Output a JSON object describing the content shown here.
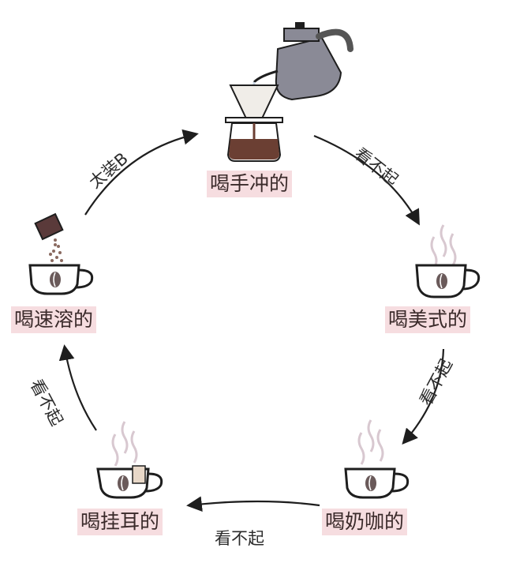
{
  "nodes": {
    "hand_drip": "喝手冲的",
    "americano": "喝美式的",
    "latte": "喝奶咖的",
    "drip_bag": "喝挂耳的",
    "instant": "喝速溶的"
  },
  "arrows": {
    "hand_to_americano": "看不起",
    "americano_to_latte": "看不起",
    "latte_to_dripbag": "看不起",
    "dripbag_to_instant": "看不起",
    "instant_to_hand": "太装B"
  },
  "colors": {
    "label_bg": "#f6dde0",
    "cup_stroke": "#1e1e1e",
    "bean": "#6a5a5a",
    "steam": "#d8c8d0",
    "coffee": "#6b3f33",
    "kettle": "#8a8a96"
  },
  "icons": {
    "hand_drip": "pour-over-kettle-icon",
    "americano": "steaming-cup-icon",
    "latte": "steaming-cup-icon",
    "drip_bag": "cup-with-drip-bag-icon",
    "instant": "cup-with-instant-packet-icon"
  }
}
